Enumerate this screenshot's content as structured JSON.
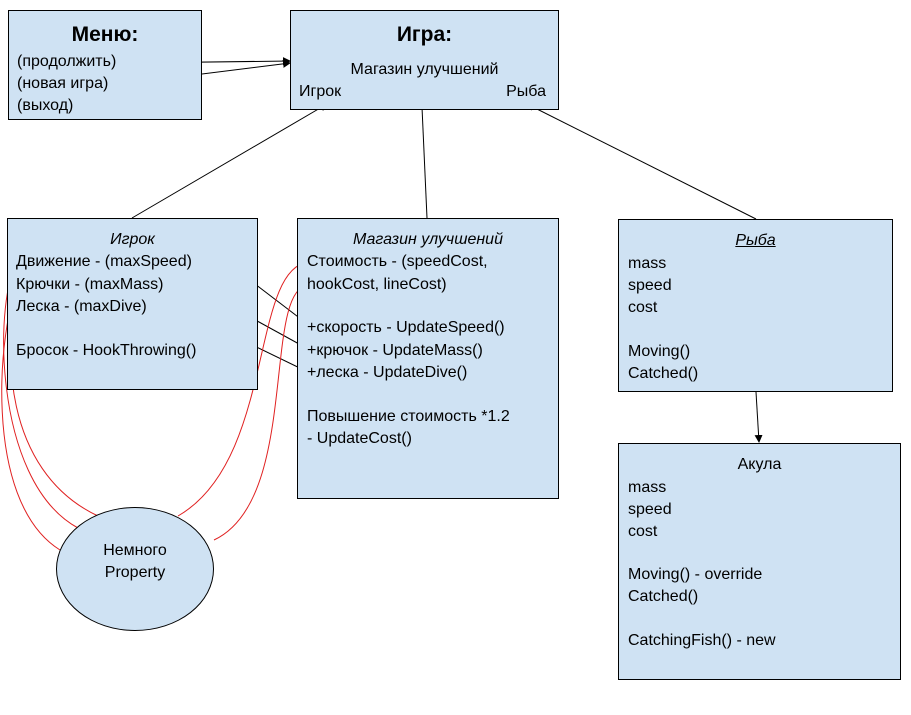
{
  "menu": {
    "title": "Меню:",
    "items": [
      "(продолжить)",
      "(новая игра)",
      "(выход)"
    ]
  },
  "game": {
    "title": "Игра:",
    "shop": "Магазин улучшений",
    "player": "Игрок",
    "fish": "Рыба"
  },
  "player_box": {
    "title": "Игрок",
    "lines": [
      "Движение - (maxSpeed)",
      "Крючки - (maxMass)",
      "Леска - (maxDive)",
      "Бросок - HookThrowing()"
    ]
  },
  "shop_box": {
    "title": "Магазин улучшений",
    "lines": [
      "Стоимость - (speedCost,",
      "hookCost, lineCost)",
      "+скорость - UpdateSpeed()",
      "+крючок - UpdateMass()",
      "+леска - UpdateDive()",
      "Повышение стоимость *1.2",
      "- UpdateCost()"
    ]
  },
  "fish_box": {
    "title": "Рыба",
    "lines": [
      "mass",
      "speed",
      "cost",
      "Moving()",
      "Catched()"
    ]
  },
  "shark_box": {
    "title": "Акула",
    "lines": [
      "mass",
      "speed",
      "cost",
      "Moving() - override",
      "Catched()",
      "CatchingFish() - new"
    ]
  },
  "property_ellipse": {
    "lines": [
      "Немного",
      "Property"
    ]
  },
  "colors": {
    "box_fill": "#cfe2f3",
    "red_line": "#e02020",
    "black_line": "#000000"
  }
}
